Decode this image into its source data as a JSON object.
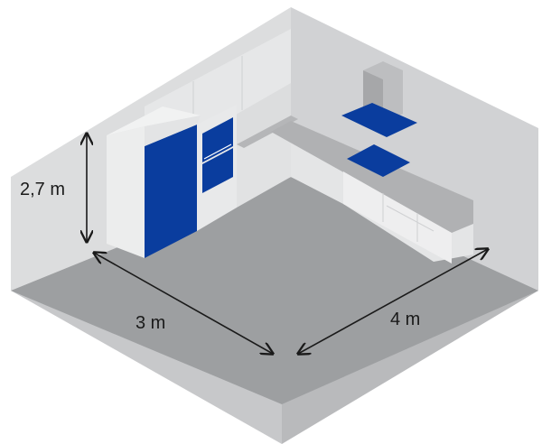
{
  "dimensions": {
    "height_label": "2,7 m",
    "width_label": "3 m",
    "depth_label": "4 m"
  },
  "colors": {
    "accent": "#0a3d9e",
    "floor": "#9d9fa1",
    "wall_left": "#dcddde",
    "wall_right": "#d1d2d4",
    "cabinet": "#e9eaeb",
    "countertop": "#b5b6b8",
    "dimension_line": "#1a1a1a"
  },
  "objects": {
    "fridge": "tall-blue-cabinet",
    "oven": "built-in-oven",
    "cooktop": "blue-cooktop",
    "hood": "range-hood"
  }
}
